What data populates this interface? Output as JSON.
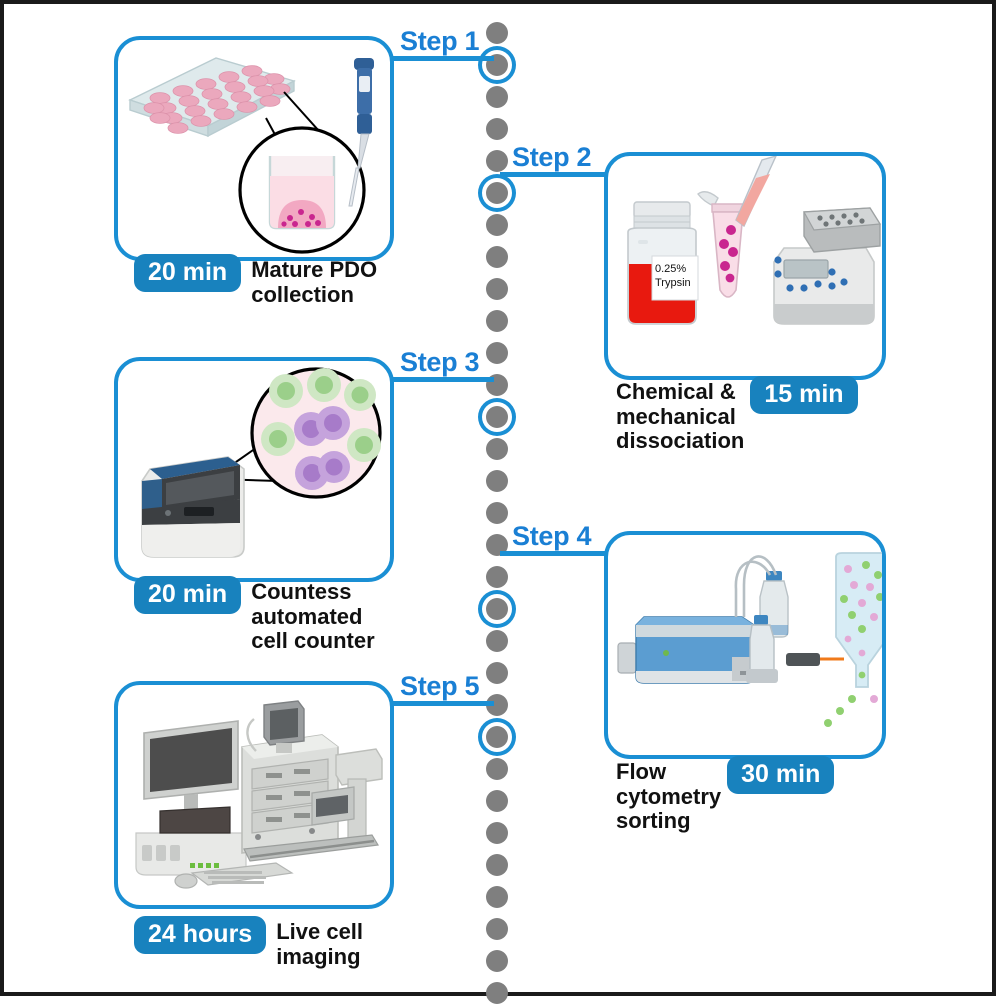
{
  "figure": {
    "title": "PDO single-cell workflow timeline",
    "accent_blue": "#1a8fd4",
    "badge_blue": "#1882be",
    "dot_gray": "#7f7f7f",
    "frame_color": "#1a1a1a"
  },
  "timeline": {
    "dot_count": 31,
    "major_dot_indices": [
      1,
      5,
      12,
      18,
      22
    ]
  },
  "steps": [
    {
      "id": "step-1",
      "step_label": "Step 1",
      "duration": "20 min",
      "caption": "Mature PDO\ncollection",
      "side": "left",
      "illustration": "24-well-plate-pipette-magnifier",
      "details": {
        "well_plate_wells": 24,
        "well_color": "#eba8bd",
        "magnifier_contents": "pipette tip dispensing organoids into well"
      }
    },
    {
      "id": "step-2",
      "step_label": "Step 2",
      "duration": "15 min",
      "caption": "Chemical &\nmechanical\ndissociation",
      "side": "right",
      "illustration": "trypsin-bottle-tube-thermomixer",
      "details": {
        "reagent_label_line1": "0.25%",
        "reagent_label_line2": "Trypsin",
        "reagent_color": "#e8190f",
        "tube_contents_color": "#f6c7d8",
        "cell_dot_color": "#c9268f"
      }
    },
    {
      "id": "step-3",
      "step_label": "Step 3",
      "duration": "20 min",
      "caption": "Countess\nautomated\ncell counter",
      "side": "left",
      "illustration": "cell-counter-magnifier",
      "details": {
        "live_cell_color": "#bfe0b4",
        "dead_cell_color": "#c5a3dc",
        "field_background": "#fbe9ec"
      }
    },
    {
      "id": "step-4",
      "step_label": "Step 4",
      "duration": "30 min",
      "caption": "Flow\ncytometry\nsorting",
      "side": "right",
      "illustration": "flow-cytometer-sorter-droplet-stream",
      "details": {
        "instrument_color": "#5b9dd1",
        "green_population_color": "#90d070",
        "pink_population_color": "#e3a9d6",
        "laser_color": "#f07a1a"
      }
    },
    {
      "id": "step-5",
      "step_label": "Step 5",
      "duration": "24 hours",
      "caption": "Live cell\nimaging",
      "side": "left",
      "illustration": "microscope-workstation-computer",
      "details": {
        "monitor_screen_color": "#4d4d4d",
        "chassis_color": "#d8d8d6"
      }
    }
  ]
}
